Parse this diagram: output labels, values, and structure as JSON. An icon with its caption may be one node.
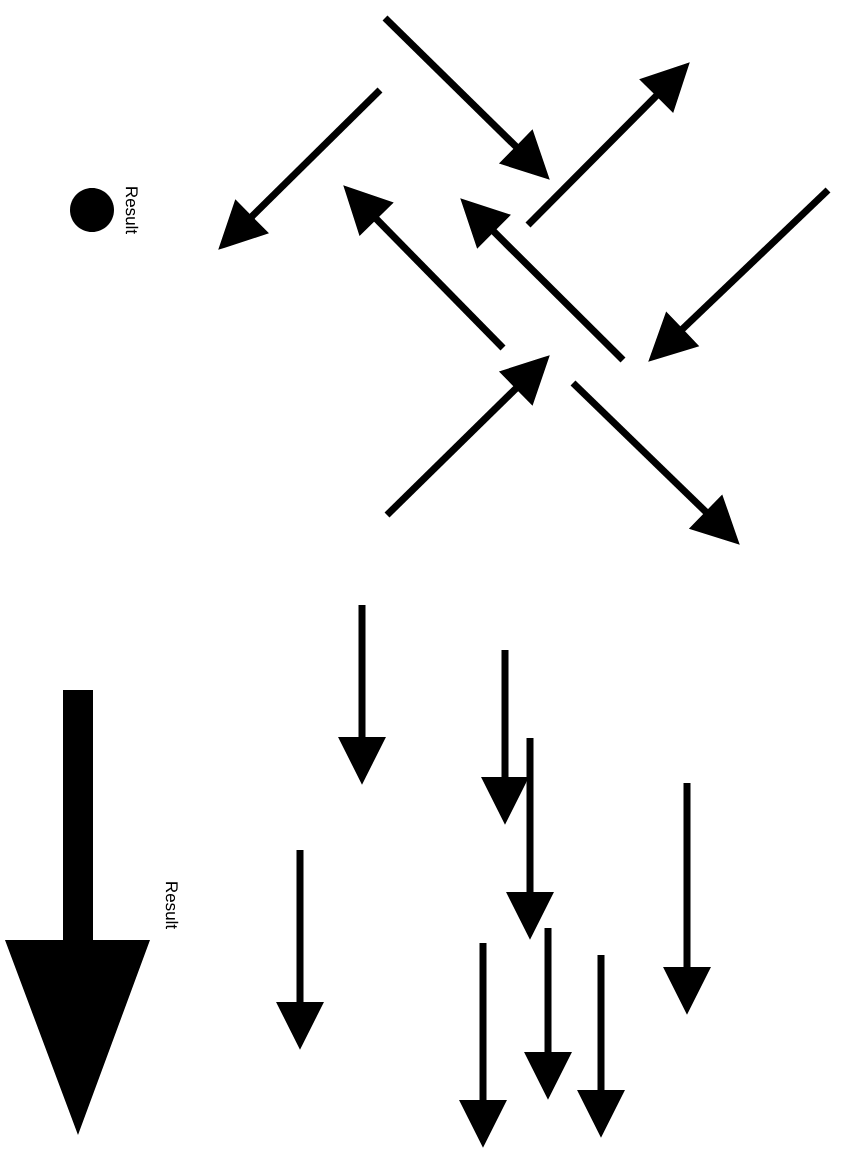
{
  "diagram": {
    "nodes": [
      {
        "text": [],
        "shape": "circle",
        "beside": [
          "Result"
        ]
      }
    ],
    "labels": [
      "Result"
    ]
  }
}
